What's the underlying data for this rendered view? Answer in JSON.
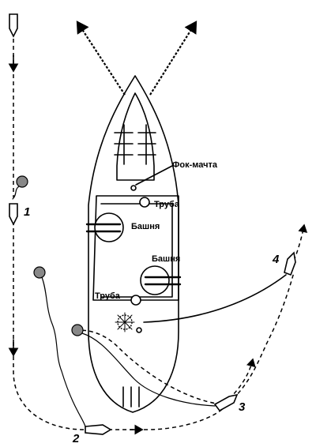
{
  "labels": {
    "foremast": "Фок-мачта",
    "funnel_fore": "Труба",
    "turret_fore": "Башня",
    "turret_aft": "Башня",
    "funnel_aft": "Труба"
  },
  "positions": {
    "p1": "1",
    "p2": "2",
    "p3": "3",
    "p4": "4"
  },
  "icons": [
    "boat-icon",
    "mine-icon",
    "anchor-chain",
    "explosion-icon"
  ]
}
